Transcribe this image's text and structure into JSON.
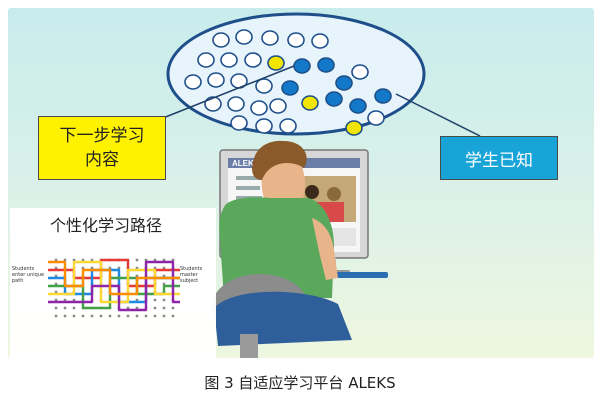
{
  "labels": {
    "next_step_line1": "下一步学习",
    "next_step_line2": "内容",
    "student_known": "学生已知",
    "personalized_path": "个性化学习路径",
    "students_enter": "Students enter unique path",
    "students_master": "Students master subject",
    "screen_logo": "ALEKS"
  },
  "caption": "图 3  自适应学习平台 ALEKS",
  "colors": {
    "unknown_node": "#ffffff",
    "next_node": "#f2e600",
    "known_node": "#1478c8",
    "next_box": "#fff200",
    "known_box": "#19a4d8",
    "shirt": "#5aa85c",
    "hair": "#8a5a2a",
    "pants": "#2f5f9a"
  },
  "knowledge_nodes": [
    {
      "state": "unknown"
    },
    {
      "state": "unknown"
    },
    {
      "state": "unknown"
    },
    {
      "state": "unknown"
    },
    {
      "state": "unknown"
    },
    {
      "state": "unknown"
    },
    {
      "state": "unknown"
    },
    {
      "state": "unknown"
    },
    {
      "state": "next"
    },
    {
      "state": "known"
    },
    {
      "state": "known"
    },
    {
      "state": "unknown"
    },
    {
      "state": "unknown"
    },
    {
      "state": "unknown"
    },
    {
      "state": "unknown"
    },
    {
      "state": "known"
    },
    {
      "state": "known"
    },
    {
      "state": "unknown"
    },
    {
      "state": "unknown"
    },
    {
      "state": "unknown"
    },
    {
      "state": "next"
    },
    {
      "state": "known"
    },
    {
      "state": "known"
    },
    {
      "state": "unknown"
    },
    {
      "state": "unknown"
    },
    {
      "state": "unknown"
    },
    {
      "state": "next"
    },
    {
      "state": "known"
    },
    {
      "state": "unknown"
    },
    {
      "state": "unknown"
    },
    {
      "state": "unknown"
    }
  ],
  "path_lines": [
    {
      "color": "#e53935"
    },
    {
      "color": "#1e88e5"
    },
    {
      "color": "#43a047"
    },
    {
      "color": "#fdd835"
    },
    {
      "color": "#8e24aa"
    },
    {
      "color": "#fb8c00"
    }
  ]
}
